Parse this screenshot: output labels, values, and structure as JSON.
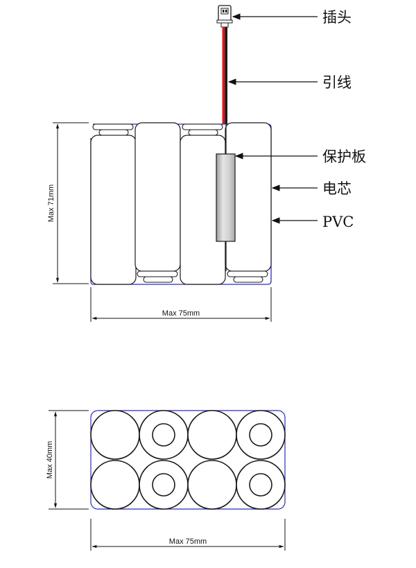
{
  "callouts": {
    "plug": "插头",
    "wire": "引线",
    "pcb": "保护板",
    "cell": "电芯",
    "pvc": "PVC"
  },
  "dimensions": {
    "side_height": "Max 71mm",
    "side_width": "Max 75mm",
    "top_height": "Max 40mm",
    "top_width": "Max 75mm"
  },
  "colors": {
    "outline": "#1a1a1a",
    "wrap": "#2b2bbf",
    "wire_red": "#d41c1c",
    "wire_black": "#1a1a1a",
    "board_light": "#e4e4e4",
    "board_dark": "#9a9a9a"
  },
  "top_view_cells": {
    "rows": 2,
    "columns": 4,
    "cells_with_terminal": [
      2,
      4,
      6,
      8
    ]
  }
}
